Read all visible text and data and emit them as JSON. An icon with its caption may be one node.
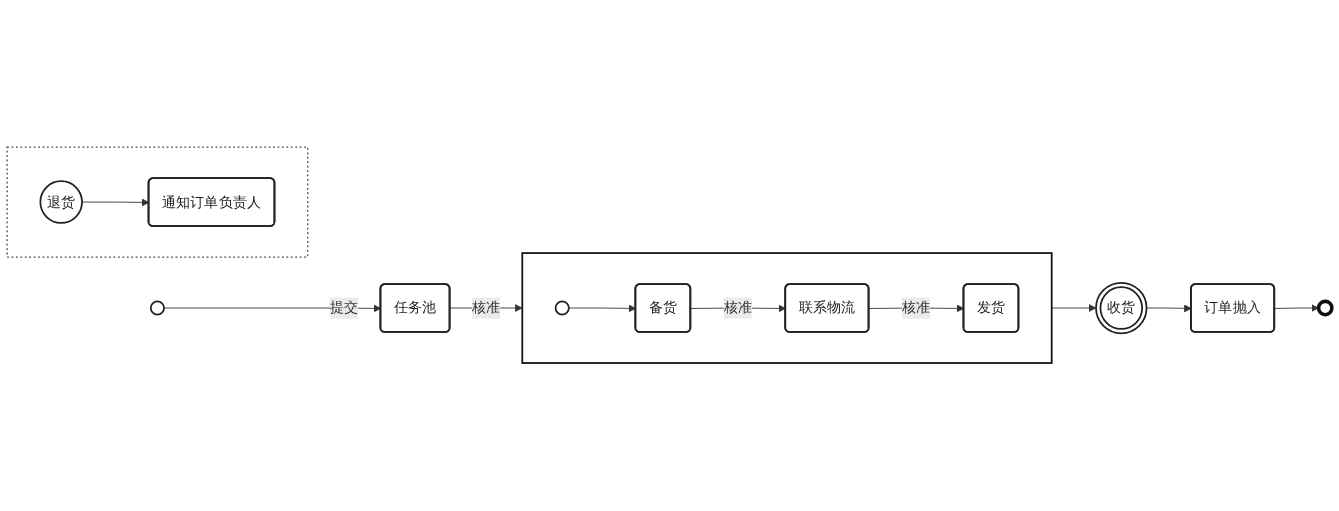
{
  "diagram": {
    "nodes": [
      {
        "text": [],
        "shape": "circle"
      },
      {
        "text": [
          "任务池"
        ]
      },
      {
        "text": [],
        "shape": "box"
      },
      {
        "text": [],
        "shape": "circle",
        "in": 2
      },
      {
        "text": [
          "备货"
        ],
        "in": 2
      },
      {
        "text": [
          "联系物流"
        ],
        "in": 2
      },
      {
        "text": [
          "发货"
        ],
        "in": 2
      },
      {
        "text": [
          "收货"
        ]
      },
      {
        "text": [
          "订单抛入"
        ]
      },
      {
        "text": [],
        "shape": "circle"
      },
      {
        "text": [],
        "shape": "box"
      },
      {
        "text": [
          "退货"
        ],
        "in": 10
      },
      {
        "text": [
          "通知订单负责人"
        ],
        "in": 10
      }
    ],
    "edges": [
      {
        "from": 0,
        "to": 1,
        "arrow": "to",
        "label": "提交"
      },
      {
        "from": 1,
        "to": 2,
        "arrow": "to",
        "label": "核准"
      },
      {
        "from": 3,
        "to": 4,
        "arrow": "to"
      },
      {
        "from": 4,
        "to": 5,
        "arrow": "to",
        "label": "核准"
      },
      {
        "from": 5,
        "to": 6,
        "arrow": "to",
        "label": "核准"
      },
      {
        "from": 2,
        "to": 7,
        "arrow": "to"
      },
      {
        "from": 7,
        "to": 8,
        "arrow": "to"
      },
      {
        "from": 8,
        "to": 9,
        "arrow": "to"
      },
      {
        "from": 11,
        "to": 12,
        "arrow": "to"
      }
    ]
  }
}
